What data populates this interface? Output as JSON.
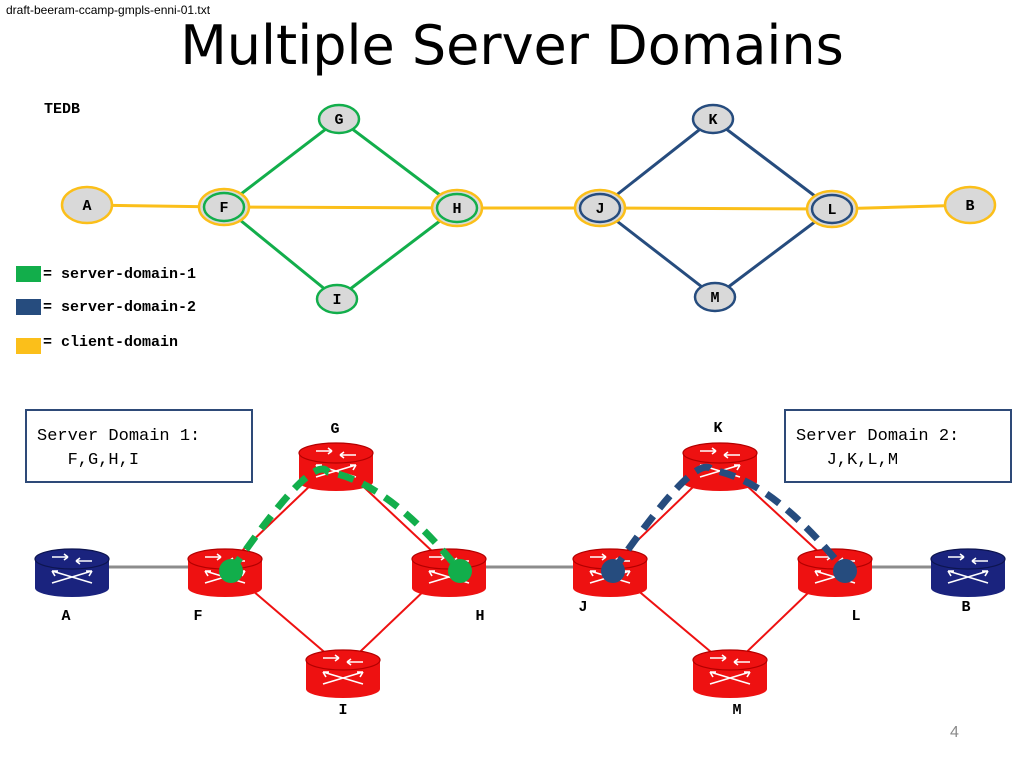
{
  "header": {
    "filename": "draft-beeram-ccamp-gmpls-enni-01.txt",
    "title": "Multiple Server Domains"
  },
  "tedb": {
    "label": "TEDB"
  },
  "colors": {
    "server_domain_1": "#12ae4b",
    "server_domain_2": "#264c7e",
    "client_domain": "#fbbf1a",
    "router_red": "#ee1111",
    "router_blue": "#1a237e",
    "node_fill": "#d9d9d9",
    "gray_link": "#8c8c8c",
    "box_border": "#2e4a78"
  },
  "legend": [
    {
      "text": "= server-domain-1",
      "color": "#12ae4b"
    },
    {
      "text": "= server-domain-2",
      "color": "#264c7e"
    },
    {
      "text": "= client-domain",
      "color": "#fbbf1a"
    }
  ],
  "topology": {
    "nodes": [
      "A",
      "F",
      "G",
      "H",
      "I",
      "J",
      "K",
      "L",
      "M",
      "B"
    ],
    "client_domain_nodes": [
      "A",
      "F",
      "H",
      "J",
      "L",
      "B"
    ],
    "server_domain_1_links": [
      [
        "F",
        "G"
      ],
      [
        "G",
        "H"
      ],
      [
        "F",
        "I"
      ],
      [
        "I",
        "H"
      ]
    ],
    "server_domain_2_links": [
      [
        "J",
        "K"
      ],
      [
        "K",
        "L"
      ],
      [
        "J",
        "M"
      ],
      [
        "M",
        "L"
      ]
    ],
    "client_domain_links": [
      [
        "A",
        "F"
      ],
      [
        "F",
        "H"
      ],
      [
        "H",
        "J"
      ],
      [
        "J",
        "L"
      ],
      [
        "L",
        "B"
      ]
    ]
  },
  "network": {
    "routers": [
      {
        "id": "A",
        "label": "A",
        "kind": "client-router",
        "icon": "router-icon"
      },
      {
        "id": "F",
        "label": "F",
        "kind": "server-router",
        "icon": "router-icon"
      },
      {
        "id": "G",
        "label": "G",
        "kind": "server-router",
        "icon": "router-icon"
      },
      {
        "id": "H",
        "label": "H",
        "kind": "server-router",
        "icon": "router-icon"
      },
      {
        "id": "I",
        "label": "I",
        "kind": "server-router",
        "icon": "router-icon"
      },
      {
        "id": "J",
        "label": "J",
        "kind": "server-router",
        "icon": "router-icon"
      },
      {
        "id": "K",
        "label": "K",
        "kind": "server-router",
        "icon": "router-icon"
      },
      {
        "id": "L",
        "label": "L",
        "kind": "server-router",
        "icon": "router-icon"
      },
      {
        "id": "M",
        "label": "M",
        "kind": "server-router",
        "icon": "router-icon"
      },
      {
        "id": "B",
        "label": "B",
        "kind": "client-router",
        "icon": "router-icon"
      }
    ],
    "server_domain_1_box": "Server Domain 1:\n   F,G,H,I",
    "server_domain_2_box": "Server Domain 2:\n   J,K,L,M",
    "dashed_paths": [
      {
        "path": [
          "F",
          "G",
          "H"
        ],
        "color": "#12ae4b"
      },
      {
        "path": [
          "J",
          "K",
          "L"
        ],
        "color": "#264c7e"
      }
    ]
  },
  "footer": {
    "slide_number": "4"
  }
}
